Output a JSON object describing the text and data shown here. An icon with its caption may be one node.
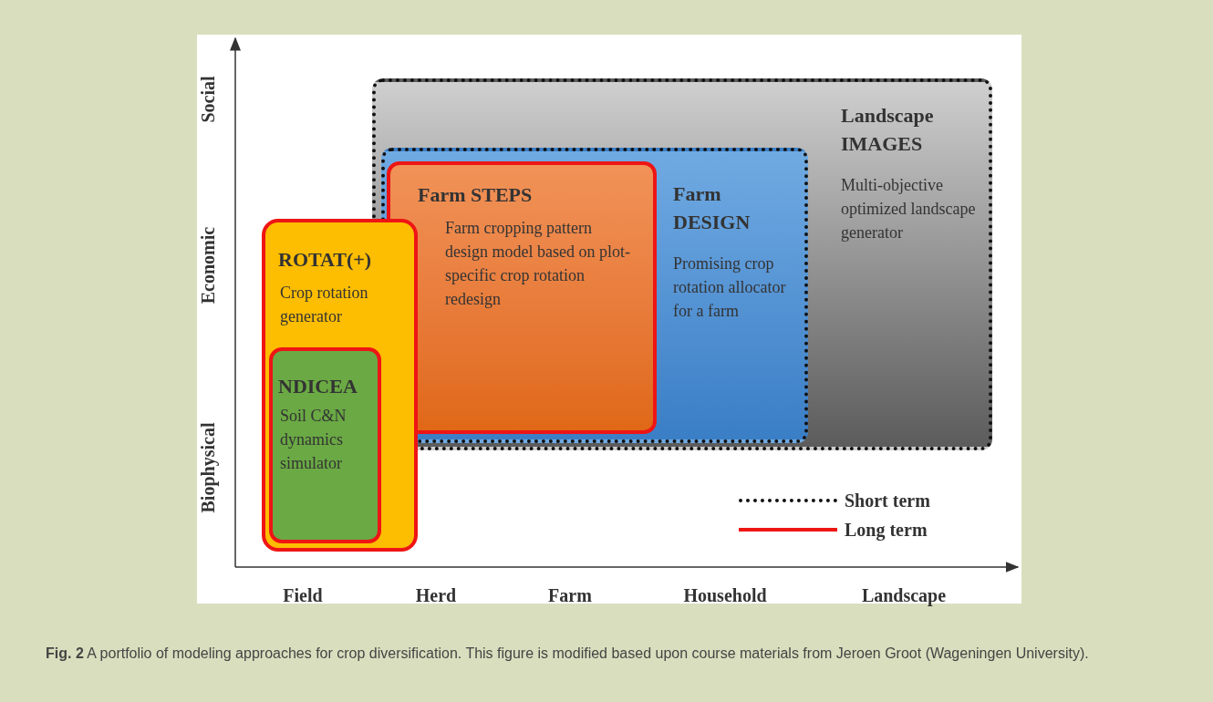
{
  "diagram": {
    "caption": "**Fig. 2**   A portfolio of modeling approaches for crop diversification. This figure is modified based upon course materials from Jeroen Groot (Wageningen University).",
    "nodes": [
      {
        "text": [
          "Landscape IMAGES",
          "Multi-objective optimized landscape generator"
        ]
      },
      {
        "text": [
          "Farm DESIGN",
          "Promising crop rotation allocator for a farm"
        ],
        "in": 0
      },
      {
        "text": [
          "Farm STEPS",
          "Farm cropping pattern design model based on plot-specific crop rotation redesign"
        ],
        "in": 1
      },
      {
        "text": [
          "ROTAT(+)",
          "Crop rotation generator"
        ]
      },
      {
        "text": [
          "NDICEA",
          "Soil C&N dynamics simulator"
        ],
        "in": 3
      }
    ],
    "labels": [
      "Social",
      "Economic",
      "Biophysical",
      "Field",
      "Herd",
      "Farm",
      "Household",
      "Landscape"
    ],
    "legend": [
      {
        "text": "Short term"
      },
      {
        "text": "Long term"
      }
    ]
  }
}
